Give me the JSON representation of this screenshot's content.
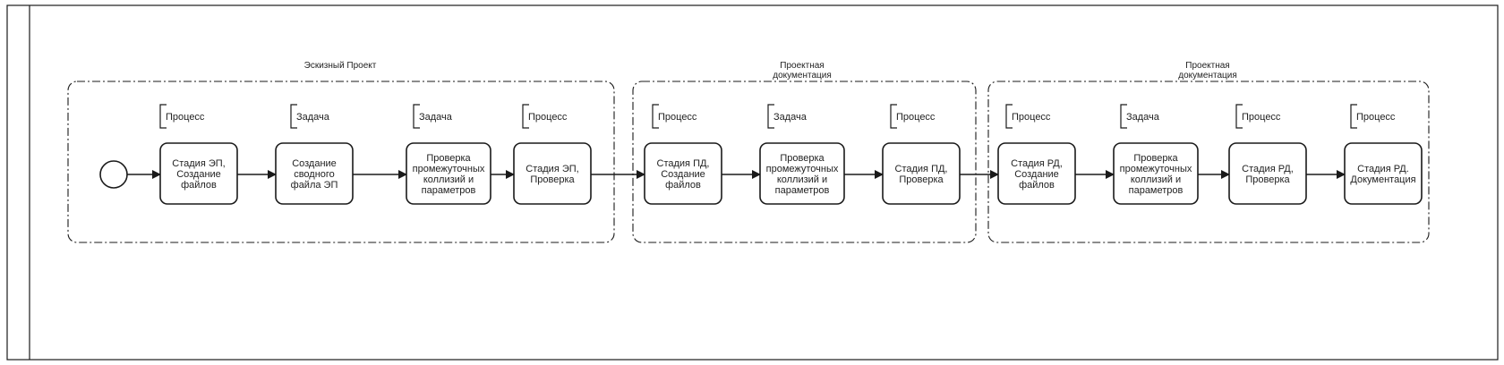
{
  "colors": {
    "stroke": "#1a1a1a",
    "text": "#222222",
    "background": "#ffffff"
  },
  "groups": [
    {
      "title_lines": [
        "Эскизный Проект"
      ]
    },
    {
      "title_lines": [
        "Проектная",
        "документация"
      ]
    },
    {
      "title_lines": [
        "Проектная",
        "документация"
      ]
    }
  ],
  "start_event": {
    "icon": "start-event-circle"
  },
  "tasks": [
    {
      "annotation": "Процесс",
      "lines": [
        "Стадия ЭП,",
        "Создание",
        "файлов"
      ]
    },
    {
      "annotation": "Задача",
      "lines": [
        "Создание",
        "сводного",
        "файла ЭП"
      ]
    },
    {
      "annotation": "Задача",
      "lines": [
        "Проверка",
        "промежуточных",
        "коллизий и",
        "параметров"
      ]
    },
    {
      "annotation": "Процесс",
      "lines": [
        "Стадия ЭП,",
        "Проверка"
      ]
    },
    {
      "annotation": "Процесс",
      "lines": [
        "Стадия ПД,",
        "Создание",
        "файлов"
      ]
    },
    {
      "annotation": "Задача",
      "lines": [
        "Проверка",
        "промежуточных",
        "коллизий и",
        "параметров"
      ]
    },
    {
      "annotation": "Процесс",
      "lines": [
        "Стадия ПД,",
        "Проверка"
      ]
    },
    {
      "annotation": "Процесс",
      "lines": [
        "Стадия РД,",
        "Создание",
        "файлов"
      ]
    },
    {
      "annotation": "Задача",
      "lines": [
        "Проверка",
        "промежуточных",
        "коллизий и",
        "параметров"
      ]
    },
    {
      "annotation": "Процесс",
      "lines": [
        "Стадия РД,",
        "Проверка"
      ]
    },
    {
      "annotation": "Процесс",
      "lines": [
        "Стадия РД.",
        "Документация"
      ]
    }
  ]
}
